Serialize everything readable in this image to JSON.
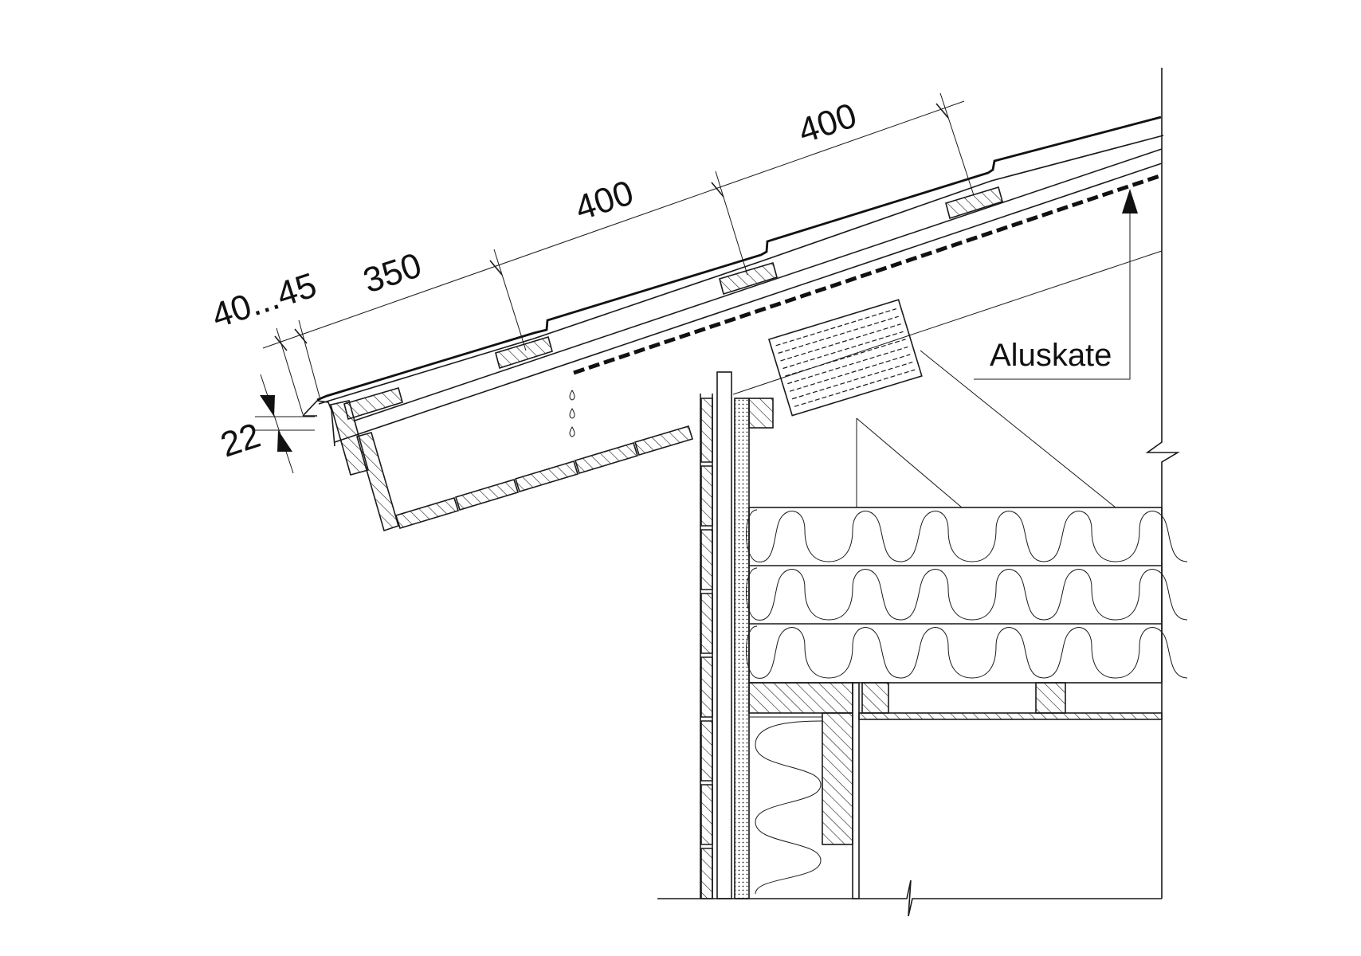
{
  "diagram": {
    "dimensions": {
      "overhang": "40...45",
      "first_batten": "350",
      "batten_spacing_1": "400",
      "batten_spacing_2": "400",
      "gap": "22"
    },
    "labels": {
      "underlay": "Aluskate"
    },
    "colors": {
      "line": "#1a1a1a",
      "background": "#ffffff"
    }
  }
}
